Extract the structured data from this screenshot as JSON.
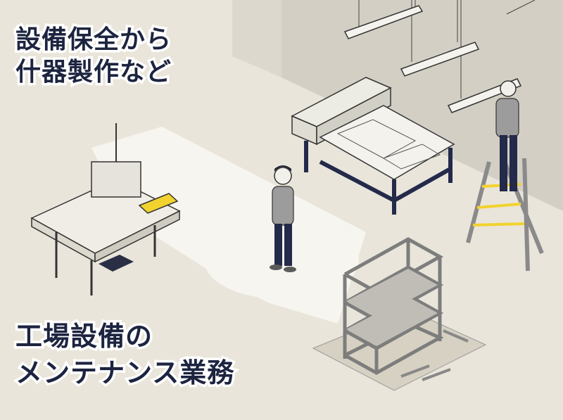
{
  "headline_top": {
    "line1": "設備保全から",
    "line2": "什器製作など"
  },
  "headline_bottom": {
    "line1": "工場設備の",
    "line2": "メンテナンス業務"
  },
  "colors": {
    "navy": "#1d2440",
    "background": "#e9e5da",
    "wall": "#cfcbc0",
    "floor_spot": "#f7f5ef",
    "accent_yellow": "#f2d22e"
  }
}
